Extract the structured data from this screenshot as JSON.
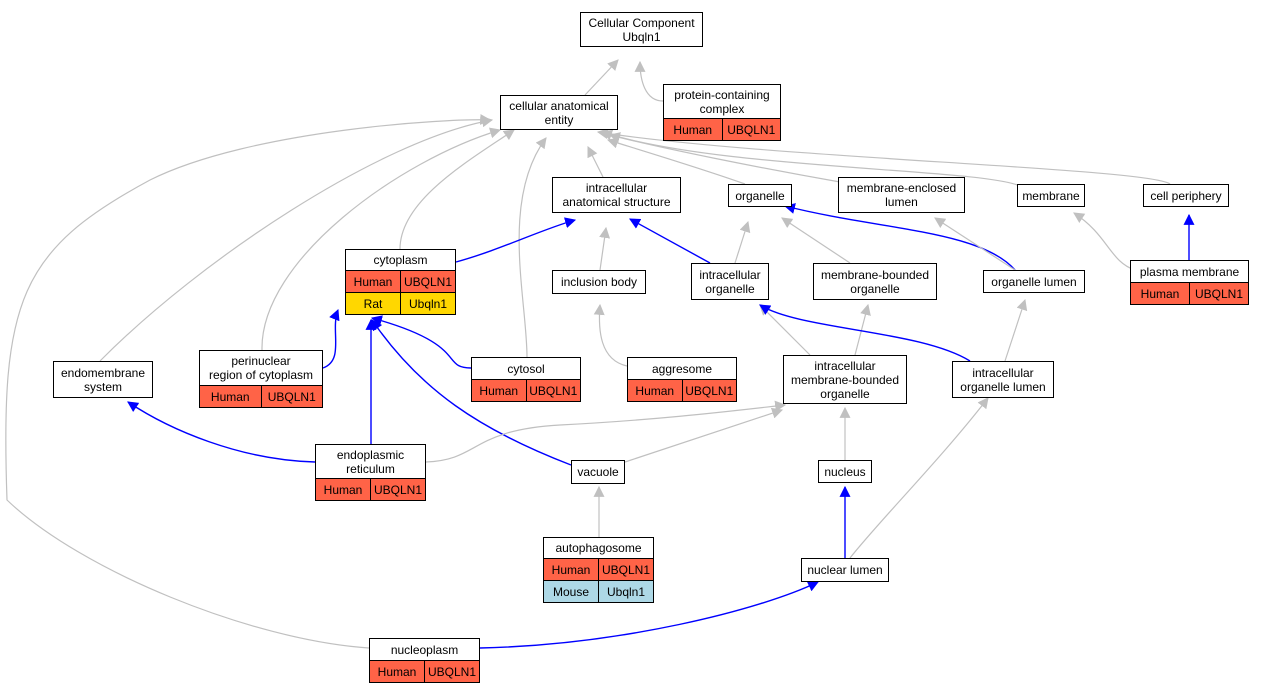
{
  "colors": {
    "is_a": "#c0c0c0",
    "part_of": "#0000ff",
    "human": "#ff6347",
    "rat": "#ffd700",
    "mouse": "#add8e6"
  },
  "nodes": {
    "cellular_component": {
      "label": "Cellular Component\nUbqln1",
      "rows": []
    },
    "protein_containing_complex": {
      "label": "protein-containing\ncomplex",
      "rows": [
        {
          "species": "Human",
          "gene": "UBQLN1",
          "color": "#ff6347"
        }
      ]
    },
    "cellular_anatomical_entity": {
      "label": "cellular anatomical\nentity",
      "rows": []
    },
    "intracellular_anatomical_structure": {
      "label": "intracellular\nanatomical structure",
      "rows": []
    },
    "organelle": {
      "label": "organelle",
      "rows": []
    },
    "membrane_enclosed_lumen": {
      "label": "membrane-enclosed\nlumen",
      "rows": []
    },
    "membrane": {
      "label": "membrane",
      "rows": []
    },
    "cell_periphery": {
      "label": "cell periphery",
      "rows": []
    },
    "cytoplasm": {
      "label": "cytoplasm",
      "rows": [
        {
          "species": "Human",
          "gene": "UBQLN1",
          "color": "#ff6347"
        },
        {
          "species": "Rat",
          "gene": "Ubqln1",
          "color": "#ffd700"
        }
      ]
    },
    "inclusion_body": {
      "label": "inclusion body",
      "rows": []
    },
    "intracellular_organelle": {
      "label": "intracellular\norganelle",
      "rows": []
    },
    "membrane_bounded_organelle": {
      "label": "membrane-bounded\norganelle",
      "rows": []
    },
    "organelle_lumen": {
      "label": "organelle lumen",
      "rows": []
    },
    "plasma_membrane": {
      "label": "plasma membrane",
      "rows": [
        {
          "species": "Human",
          "gene": "UBQLN1",
          "color": "#ff6347"
        }
      ]
    },
    "endomembrane_system": {
      "label": "endomembrane\nsystem",
      "rows": []
    },
    "perinuclear_region": {
      "label": "perinuclear\nregion of cytoplasm",
      "rows": [
        {
          "species": "Human",
          "gene": "UBQLN1",
          "color": "#ff6347"
        }
      ]
    },
    "cytosol": {
      "label": "cytosol",
      "rows": [
        {
          "species": "Human",
          "gene": "UBQLN1",
          "color": "#ff6347"
        }
      ]
    },
    "aggresome": {
      "label": "aggresome",
      "rows": [
        {
          "species": "Human",
          "gene": "UBQLN1",
          "color": "#ff6347"
        }
      ]
    },
    "intracellular_membrane_bounded_organelle": {
      "label": "intracellular\nmembrane-bounded\norganelle",
      "rows": []
    },
    "intracellular_organelle_lumen": {
      "label": "intracellular\norganelle lumen",
      "rows": []
    },
    "endoplasmic_reticulum": {
      "label": "endoplasmic\nreticulum",
      "rows": [
        {
          "species": "Human",
          "gene": "UBQLN1",
          "color": "#ff6347"
        }
      ]
    },
    "vacuole": {
      "label": "vacuole",
      "rows": []
    },
    "nucleus": {
      "label": "nucleus",
      "rows": []
    },
    "autophagosome": {
      "label": "autophagosome",
      "rows": [
        {
          "species": "Human",
          "gene": "UBQLN1",
          "color": "#ff6347"
        },
        {
          "species": "Mouse",
          "gene": "Ubqln1",
          "color": "#add8e6"
        }
      ]
    },
    "nuclear_lumen": {
      "label": "nuclear lumen",
      "rows": []
    },
    "nucleoplasm": {
      "label": "nucleoplasm",
      "rows": [
        {
          "species": "Human",
          "gene": "UBQLN1",
          "color": "#ff6347"
        }
      ]
    }
  },
  "edges": [
    {
      "from": "protein_containing_complex",
      "to": "cellular_component",
      "type": "is_a"
    },
    {
      "from": "cellular_anatomical_entity",
      "to": "cellular_component",
      "type": "is_a"
    },
    {
      "from": "intracellular_anatomical_structure",
      "to": "cellular_anatomical_entity",
      "type": "is_a"
    },
    {
      "from": "organelle",
      "to": "cellular_anatomical_entity",
      "type": "is_a"
    },
    {
      "from": "membrane_enclosed_lumen",
      "to": "cellular_anatomical_entity",
      "type": "is_a"
    },
    {
      "from": "membrane",
      "to": "cellular_anatomical_entity",
      "type": "is_a"
    },
    {
      "from": "cell_periphery",
      "to": "cellular_anatomical_entity",
      "type": "is_a"
    },
    {
      "from": "cytoplasm",
      "to": "cellular_anatomical_entity",
      "type": "is_a"
    },
    {
      "from": "cytosol",
      "to": "cellular_anatomical_entity",
      "type": "is_a"
    },
    {
      "from": "perinuclear_region",
      "to": "cellular_anatomical_entity",
      "type": "is_a"
    },
    {
      "from": "endomembrane_system",
      "to": "cellular_anatomical_entity",
      "type": "is_a"
    },
    {
      "from": "nucleoplasm",
      "to": "cellular_anatomical_entity",
      "type": "is_a"
    },
    {
      "from": "cytoplasm",
      "to": "intracellular_anatomical_structure",
      "type": "part_of"
    },
    {
      "from": "intracellular_organelle",
      "to": "intracellular_anatomical_structure",
      "type": "part_of"
    },
    {
      "from": "inclusion_body",
      "to": "intracellular_anatomical_structure",
      "type": "is_a"
    },
    {
      "from": "aggresome",
      "to": "inclusion_body",
      "type": "is_a"
    },
    {
      "from": "intracellular_organelle",
      "to": "organelle",
      "type": "is_a"
    },
    {
      "from": "membrane_bounded_organelle",
      "to": "organelle",
      "type": "is_a"
    },
    {
      "from": "organelle_lumen",
      "to": "organelle",
      "type": "part_of"
    },
    {
      "from": "organelle_lumen",
      "to": "membrane_enclosed_lumen",
      "type": "is_a"
    },
    {
      "from": "plasma_membrane",
      "to": "membrane",
      "type": "is_a"
    },
    {
      "from": "plasma_membrane",
      "to": "cell_periphery",
      "type": "part_of"
    },
    {
      "from": "perinuclear_region",
      "to": "cytoplasm",
      "type": "part_of"
    },
    {
      "from": "cytosol",
      "to": "cytoplasm",
      "type": "part_of"
    },
    {
      "from": "endoplasmic_reticulum",
      "to": "cytoplasm",
      "type": "part_of"
    },
    {
      "from": "vacuole",
      "to": "cytoplasm",
      "type": "part_of"
    },
    {
      "from": "intracellular_membrane_bounded_organelle",
      "to": "intracellular_organelle",
      "type": "is_a"
    },
    {
      "from": "intracellular_membrane_bounded_organelle",
      "to": "membrane_bounded_organelle",
      "type": "is_a"
    },
    {
      "from": "intracellular_organelle_lumen",
      "to": "intracellular_organelle",
      "type": "part_of"
    },
    {
      "from": "intracellular_organelle_lumen",
      "to": "organelle_lumen",
      "type": "is_a"
    },
    {
      "from": "endoplasmic_reticulum",
      "to": "endomembrane_system",
      "type": "part_of"
    },
    {
      "from": "endoplasmic_reticulum",
      "to": "intracellular_membrane_bounded_organelle",
      "type": "is_a"
    },
    {
      "from": "vacuole",
      "to": "intracellular_membrane_bounded_organelle",
      "type": "is_a"
    },
    {
      "from": "nucleus",
      "to": "intracellular_membrane_bounded_organelle",
      "type": "is_a"
    },
    {
      "from": "autophagosome",
      "to": "vacuole",
      "type": "is_a"
    },
    {
      "from": "nuclear_lumen",
      "to": "nucleus",
      "type": "part_of"
    },
    {
      "from": "nuclear_lumen",
      "to": "intracellular_organelle_lumen",
      "type": "is_a"
    },
    {
      "from": "nucleoplasm",
      "to": "nuclear_lumen",
      "type": "part_of"
    }
  ]
}
